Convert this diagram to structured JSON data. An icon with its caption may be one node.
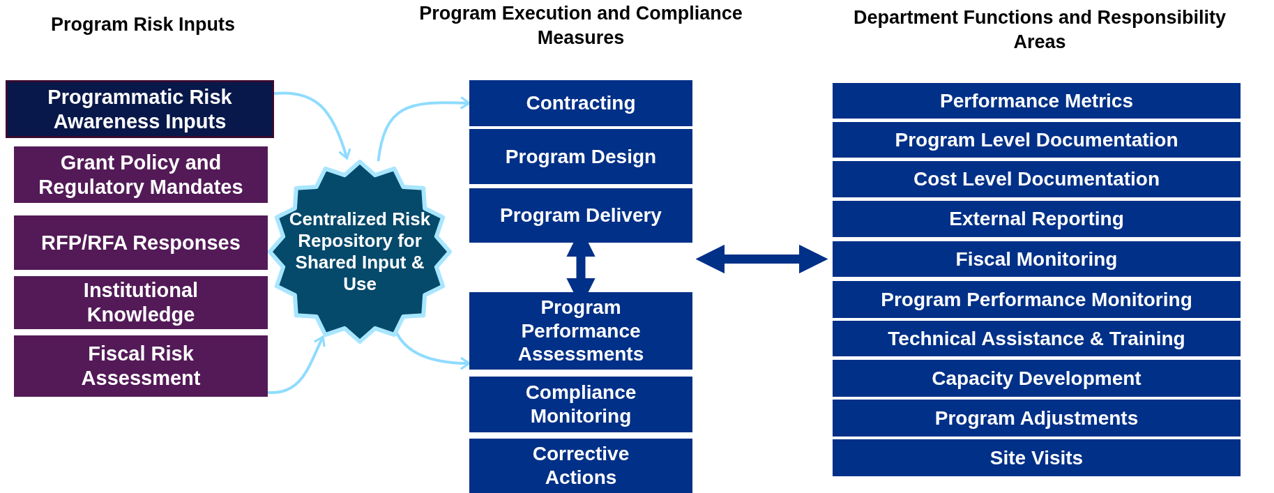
{
  "diagram": {
    "title": "Program Risk Inputs",
    "nodes": [
      {
        "text": [
          "Programmatic Risk Awareness Inputs"
        ]
      },
      {
        "text": [
          "Grant Policy and Regulatory Mandates"
        ]
      },
      {
        "text": [
          "RFP/RFA Responses"
        ]
      },
      {
        "text": [
          "Institutional Knowledge"
        ]
      },
      {
        "text": [
          "Fiscal Risk Assessment"
        ]
      },
      {
        "text": [
          "Centralized Risk Repository for Shared Input & Use"
        ]
      },
      {
        "text": [
          "Contracting"
        ]
      },
      {
        "text": [
          "Program Design"
        ]
      },
      {
        "text": [
          "Program Delivery"
        ]
      },
      {
        "text": [
          "Program Performance Assessments"
        ]
      },
      {
        "text": [
          "Compliance Monitoring"
        ]
      },
      {
        "text": [
          "Corrective Actions"
        ]
      },
      {
        "text": [
          "Performance Metrics"
        ]
      },
      {
        "text": [
          "Program Level Documentation"
        ]
      },
      {
        "text": [
          "Cost Level Documentation"
        ]
      },
      {
        "text": [
          "External Reporting"
        ]
      },
      {
        "text": [
          "Fiscal Monitoring"
        ]
      },
      {
        "text": [
          "Program Performance Monitoring"
        ]
      },
      {
        "text": [
          "Technical Assistance & Training"
        ]
      },
      {
        "text": [
          "Capacity Development"
        ]
      },
      {
        "text": [
          "Program Adjustments"
        ]
      },
      {
        "text": [
          "Site Visits"
        ]
      }
    ],
    "edges": [
      {
        "from": 0,
        "to": 5,
        "arrow": "to"
      },
      {
        "from": 4,
        "to": 5,
        "arrow": "to"
      },
      {
        "from": 5,
        "to": 6,
        "arrow": "to"
      },
      {
        "from": 5,
        "to": 9,
        "arrow": "to"
      },
      {
        "from": 8,
        "to": 9,
        "arrow": "both",
        "style": "thick",
        "color": "#003087"
      },
      {
        "from": 8,
        "to": 16,
        "arrow": "both",
        "style": "thick",
        "color": "#003087"
      }
    ],
    "labels": [
      "Program Execution and Compliance Measures",
      "Department Functions and Responsibility Areas"
    ]
  }
}
